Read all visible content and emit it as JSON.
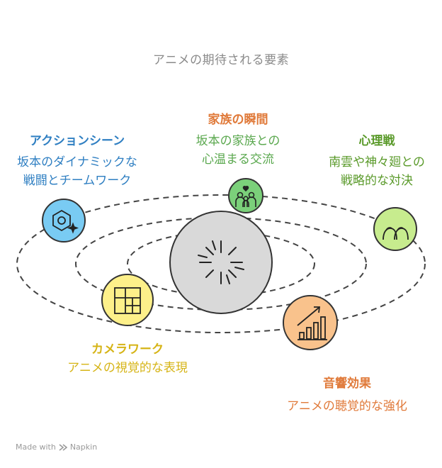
{
  "page": {
    "title": "アニメの期待される要素"
  },
  "elements": [
    {
      "title": "家族の瞬間",
      "desc_lines": [
        "坂本の家族との",
        "心温まる交流"
      ],
      "color": "#e07a3a",
      "fill": "#7bd07a",
      "icon": "family-icon"
    },
    {
      "title": "アクションシーン",
      "desc_lines": [
        "坂本のダイナミックな",
        "戦闘とチームワーク"
      ],
      "color": "#2f7fc2",
      "fill": "#79cbf3",
      "icon": "gear-sparkle-icon"
    },
    {
      "title": "心理戦",
      "desc_lines": [
        "南雲や神々廻との",
        "戦略的な対決"
      ],
      "color": "#5a9a2a",
      "fill": "#c7ec8e",
      "icon": "heads-icon"
    },
    {
      "title": "カメラワーク",
      "desc_lines": [
        "アニメの視覚的な表現"
      ],
      "color": "#d6b416",
      "fill": "#fdf08a",
      "icon": "layout-grid-icon"
    },
    {
      "title": "音響効果",
      "desc_lines": [
        "アニメの聴覚的な強化"
      ],
      "color": "#e07a3a",
      "fill": "#f9c28c",
      "icon": "bar-chart-icon"
    }
  ],
  "footer": {
    "text": "Made with",
    "brand": "Napkin"
  }
}
